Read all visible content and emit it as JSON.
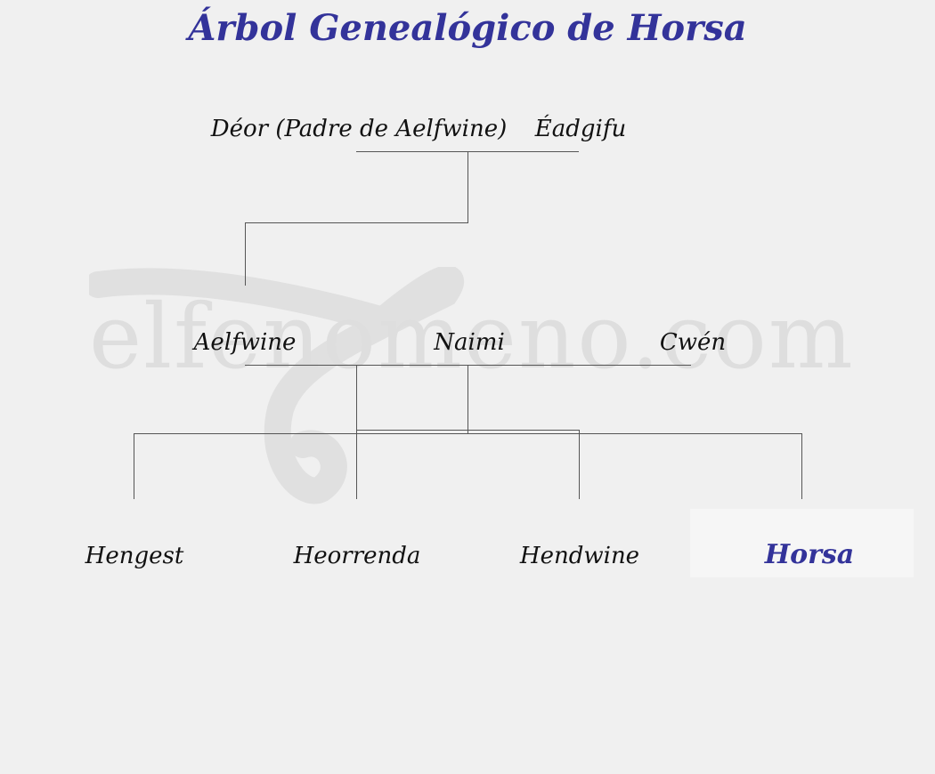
{
  "title": "Árbol Genealógico de Horsa",
  "watermark": "elfenomeno.com",
  "people": {
    "deor": "Déor (Padre de Aelfwine)",
    "eadgifu": "Éadgifu",
    "aelfwine": "Aelfwine",
    "naimi": "Naimi",
    "cwen": "Cwén",
    "hengest": "Hengest",
    "heorrenda": "Heorrenda",
    "hendwine": "Hendwine",
    "horsa": "Horsa"
  },
  "colors": {
    "title": "#33339a",
    "background": "#f0f0f0",
    "line": "#555555"
  }
}
